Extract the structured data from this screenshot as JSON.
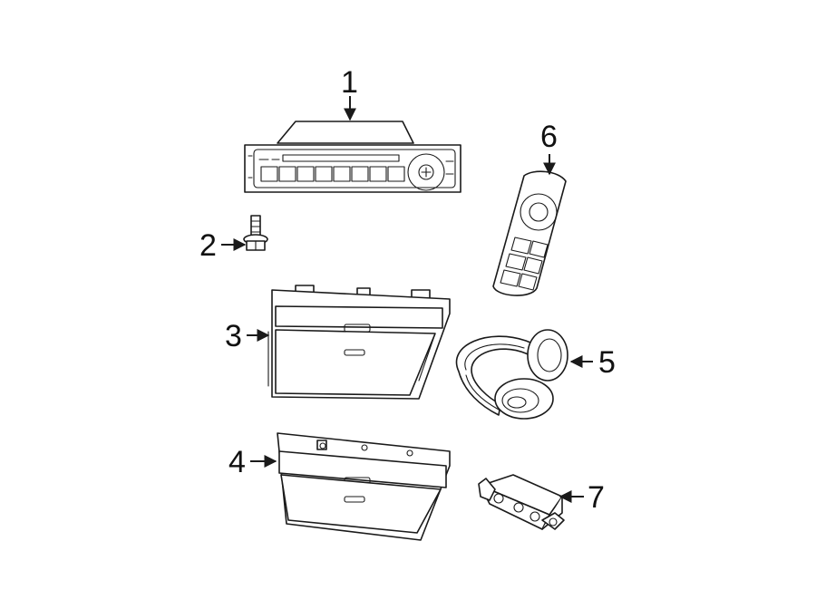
{
  "diagram": {
    "callouts": [
      {
        "id": "1",
        "label": "1"
      },
      {
        "id": "2",
        "label": "2"
      },
      {
        "id": "3",
        "label": "3"
      },
      {
        "id": "4",
        "label": "4"
      },
      {
        "id": "5",
        "label": "5"
      },
      {
        "id": "6",
        "label": "6"
      },
      {
        "id": "7",
        "label": "7"
      }
    ],
    "colors": {
      "line": "#1a1a1a",
      "background": "#ffffff"
    }
  }
}
